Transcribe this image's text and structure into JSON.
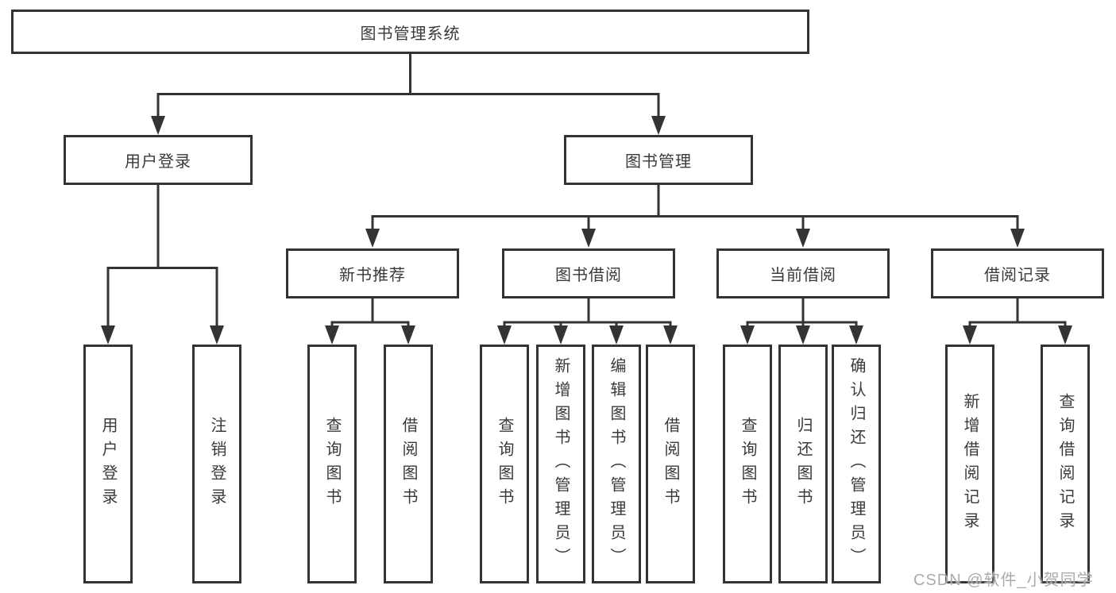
{
  "diagram": {
    "title": "图书管理系统",
    "nodes": {
      "root": "图书管理系统",
      "user_login": "用户登录",
      "book_mgmt": "图书管理",
      "new_book": "新书推荐",
      "book_borrow": "图书借阅",
      "current_borrow": "当前借阅",
      "borrow_records": "借阅记录",
      "leaves_user": [
        "用户登录",
        "注销登录"
      ],
      "leaves_new_book": [
        "查询图书",
        "借阅图书"
      ],
      "leaves_book_borrow": [
        "查询图书",
        "新增图书（管理员）",
        "编辑图书（管理员）",
        "借阅图书"
      ],
      "leaves_current": [
        "查询图书",
        "归还图书",
        "确认归还（管理员）"
      ],
      "leaves_records": [
        "新增借阅记录",
        "查询借阅记录"
      ]
    },
    "edges": [
      [
        "图书管理系统",
        "用户登录"
      ],
      [
        "图书管理系统",
        "图书管理"
      ],
      [
        "用户登录",
        "用户登录"
      ],
      [
        "用户登录",
        "注销登录"
      ],
      [
        "图书管理",
        "新书推荐"
      ],
      [
        "图书管理",
        "图书借阅"
      ],
      [
        "图书管理",
        "当前借阅"
      ],
      [
        "图书管理",
        "借阅记录"
      ],
      [
        "新书推荐",
        "查询图书"
      ],
      [
        "新书推荐",
        "借阅图书"
      ],
      [
        "图书借阅",
        "查询图书"
      ],
      [
        "图书借阅",
        "新增图书（管理员）"
      ],
      [
        "图书借阅",
        "编辑图书（管理员）"
      ],
      [
        "图书借阅",
        "借阅图书"
      ],
      [
        "当前借阅",
        "查询图书"
      ],
      [
        "当前借阅",
        "归还图书"
      ],
      [
        "当前借阅",
        "确认归还（管理员）"
      ],
      [
        "借阅记录",
        "新增借阅记录"
      ],
      [
        "借阅记录",
        "查询借阅记录"
      ]
    ],
    "colors": {
      "line": "#333333",
      "text": "#3a3a3a",
      "box_fill": "#ffffff",
      "background": "#ffffff",
      "watermark": "#ababab"
    }
  },
  "watermark": {
    "text": "CSDN @软件_小贺同学"
  }
}
